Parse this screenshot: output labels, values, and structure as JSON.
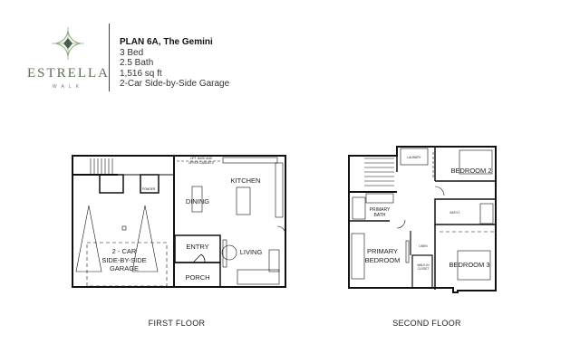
{
  "logo": {
    "brand": "ESTRELLA",
    "sub": "WALK",
    "accent": "#5d6f58"
  },
  "plan": {
    "title": "PLAN 6A, The Gemini",
    "beds": "3 Bed",
    "baths": "2.5 Bath",
    "area": "1,516 sq ft",
    "garage": "2-Car Side-by-Side Garage"
  },
  "first_floor": {
    "caption": "FIRST FLOOR",
    "rooms": {
      "kitchen": "KITCHEN",
      "dining": "DINING",
      "living": "LIVING",
      "entry": "ENTRY",
      "porch": "PORCH",
      "garage_1": "2 - CAR",
      "garage_2": "SIDE-BY-SIDE",
      "garage_3": "GARAGE",
      "cabinets_1": "OPT. BASE AND",
      "cabinets_2": "UPPER CABINETS",
      "powder": "POWDER"
    }
  },
  "second_floor": {
    "caption": "SECOND FLOOR",
    "rooms": {
      "bedroom2": "BEDROOM 2",
      "bedroom3": "BEDROOM 3",
      "primary_bath_1": "PRIMARY",
      "primary_bath_2": "BATH",
      "primary_bed_1": "PRIMARY",
      "primary_bed_2": "BEDROOM",
      "bath2": "BATH 2",
      "linen": "LINEN",
      "closet_1": "WALK-IN",
      "closet_2": "CLOSET",
      "laundry": "LAUNDRY"
    }
  }
}
